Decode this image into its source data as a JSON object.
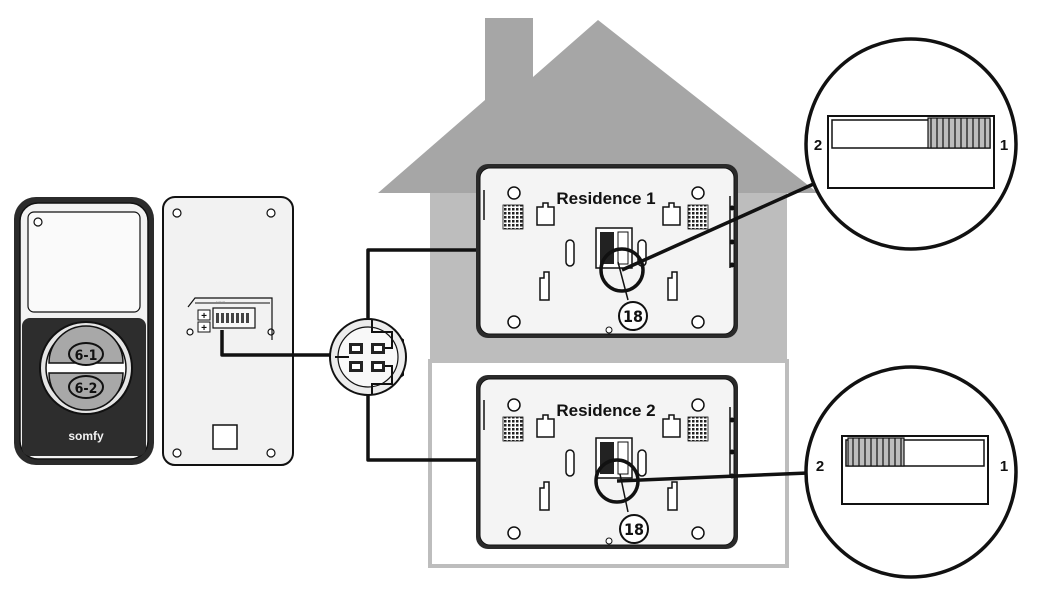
{
  "brand": "somfy",
  "buttons": [
    {
      "label": "6-1"
    },
    {
      "label": "6-2"
    }
  ],
  "monitors": [
    {
      "label": "Residence 1",
      "callout": "18",
      "switch_position": "1",
      "switch_left": "2",
      "switch_right": "1"
    },
    {
      "label": "Residence 2",
      "callout": "18",
      "switch_position": "2",
      "switch_left": "2",
      "switch_right": "1"
    }
  ],
  "terminal_marks": [
    "+",
    "+"
  ],
  "colors": {
    "house_roof": "#a6a6a6",
    "house_wall": "#bdbdbd",
    "house_floor": "#c8c8c8",
    "device_body": "#f2f2f2",
    "outline": "#111111",
    "button_face": "#a8a8a8"
  }
}
